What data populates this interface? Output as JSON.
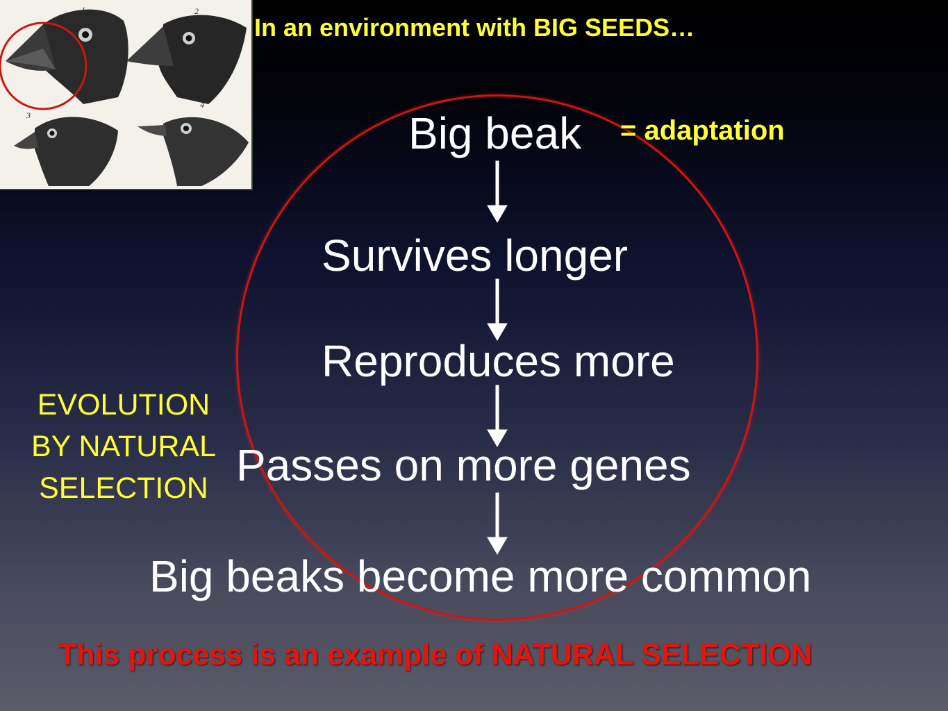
{
  "heading": "In an environment with BIG SEEDS…",
  "steps": {
    "big_beak": "Big beak",
    "survives": "Survives longer",
    "reproduces": "Reproduces more",
    "passes": "Passes on more genes",
    "common": "Big beaks become more common"
  },
  "adaptation_label": "= adaptation",
  "evolution_label": [
    "EVOLUTION",
    "BY NATURAL",
    "SELECTION"
  ],
  "natural_selection_note": "This process is an example of NATURAL SELECTION",
  "finch_panel": {
    "numbers": [
      "1",
      "2",
      "3",
      "4"
    ],
    "highlighted": "1"
  },
  "colors": {
    "title_yellow": "#ffff33",
    "cycle_red": "#d0140f",
    "note_red": "#e3150d",
    "text_white": "#ffffff"
  },
  "icons": [
    "finch-head-illustration",
    "down-arrow-icon",
    "highlight-circle"
  ]
}
